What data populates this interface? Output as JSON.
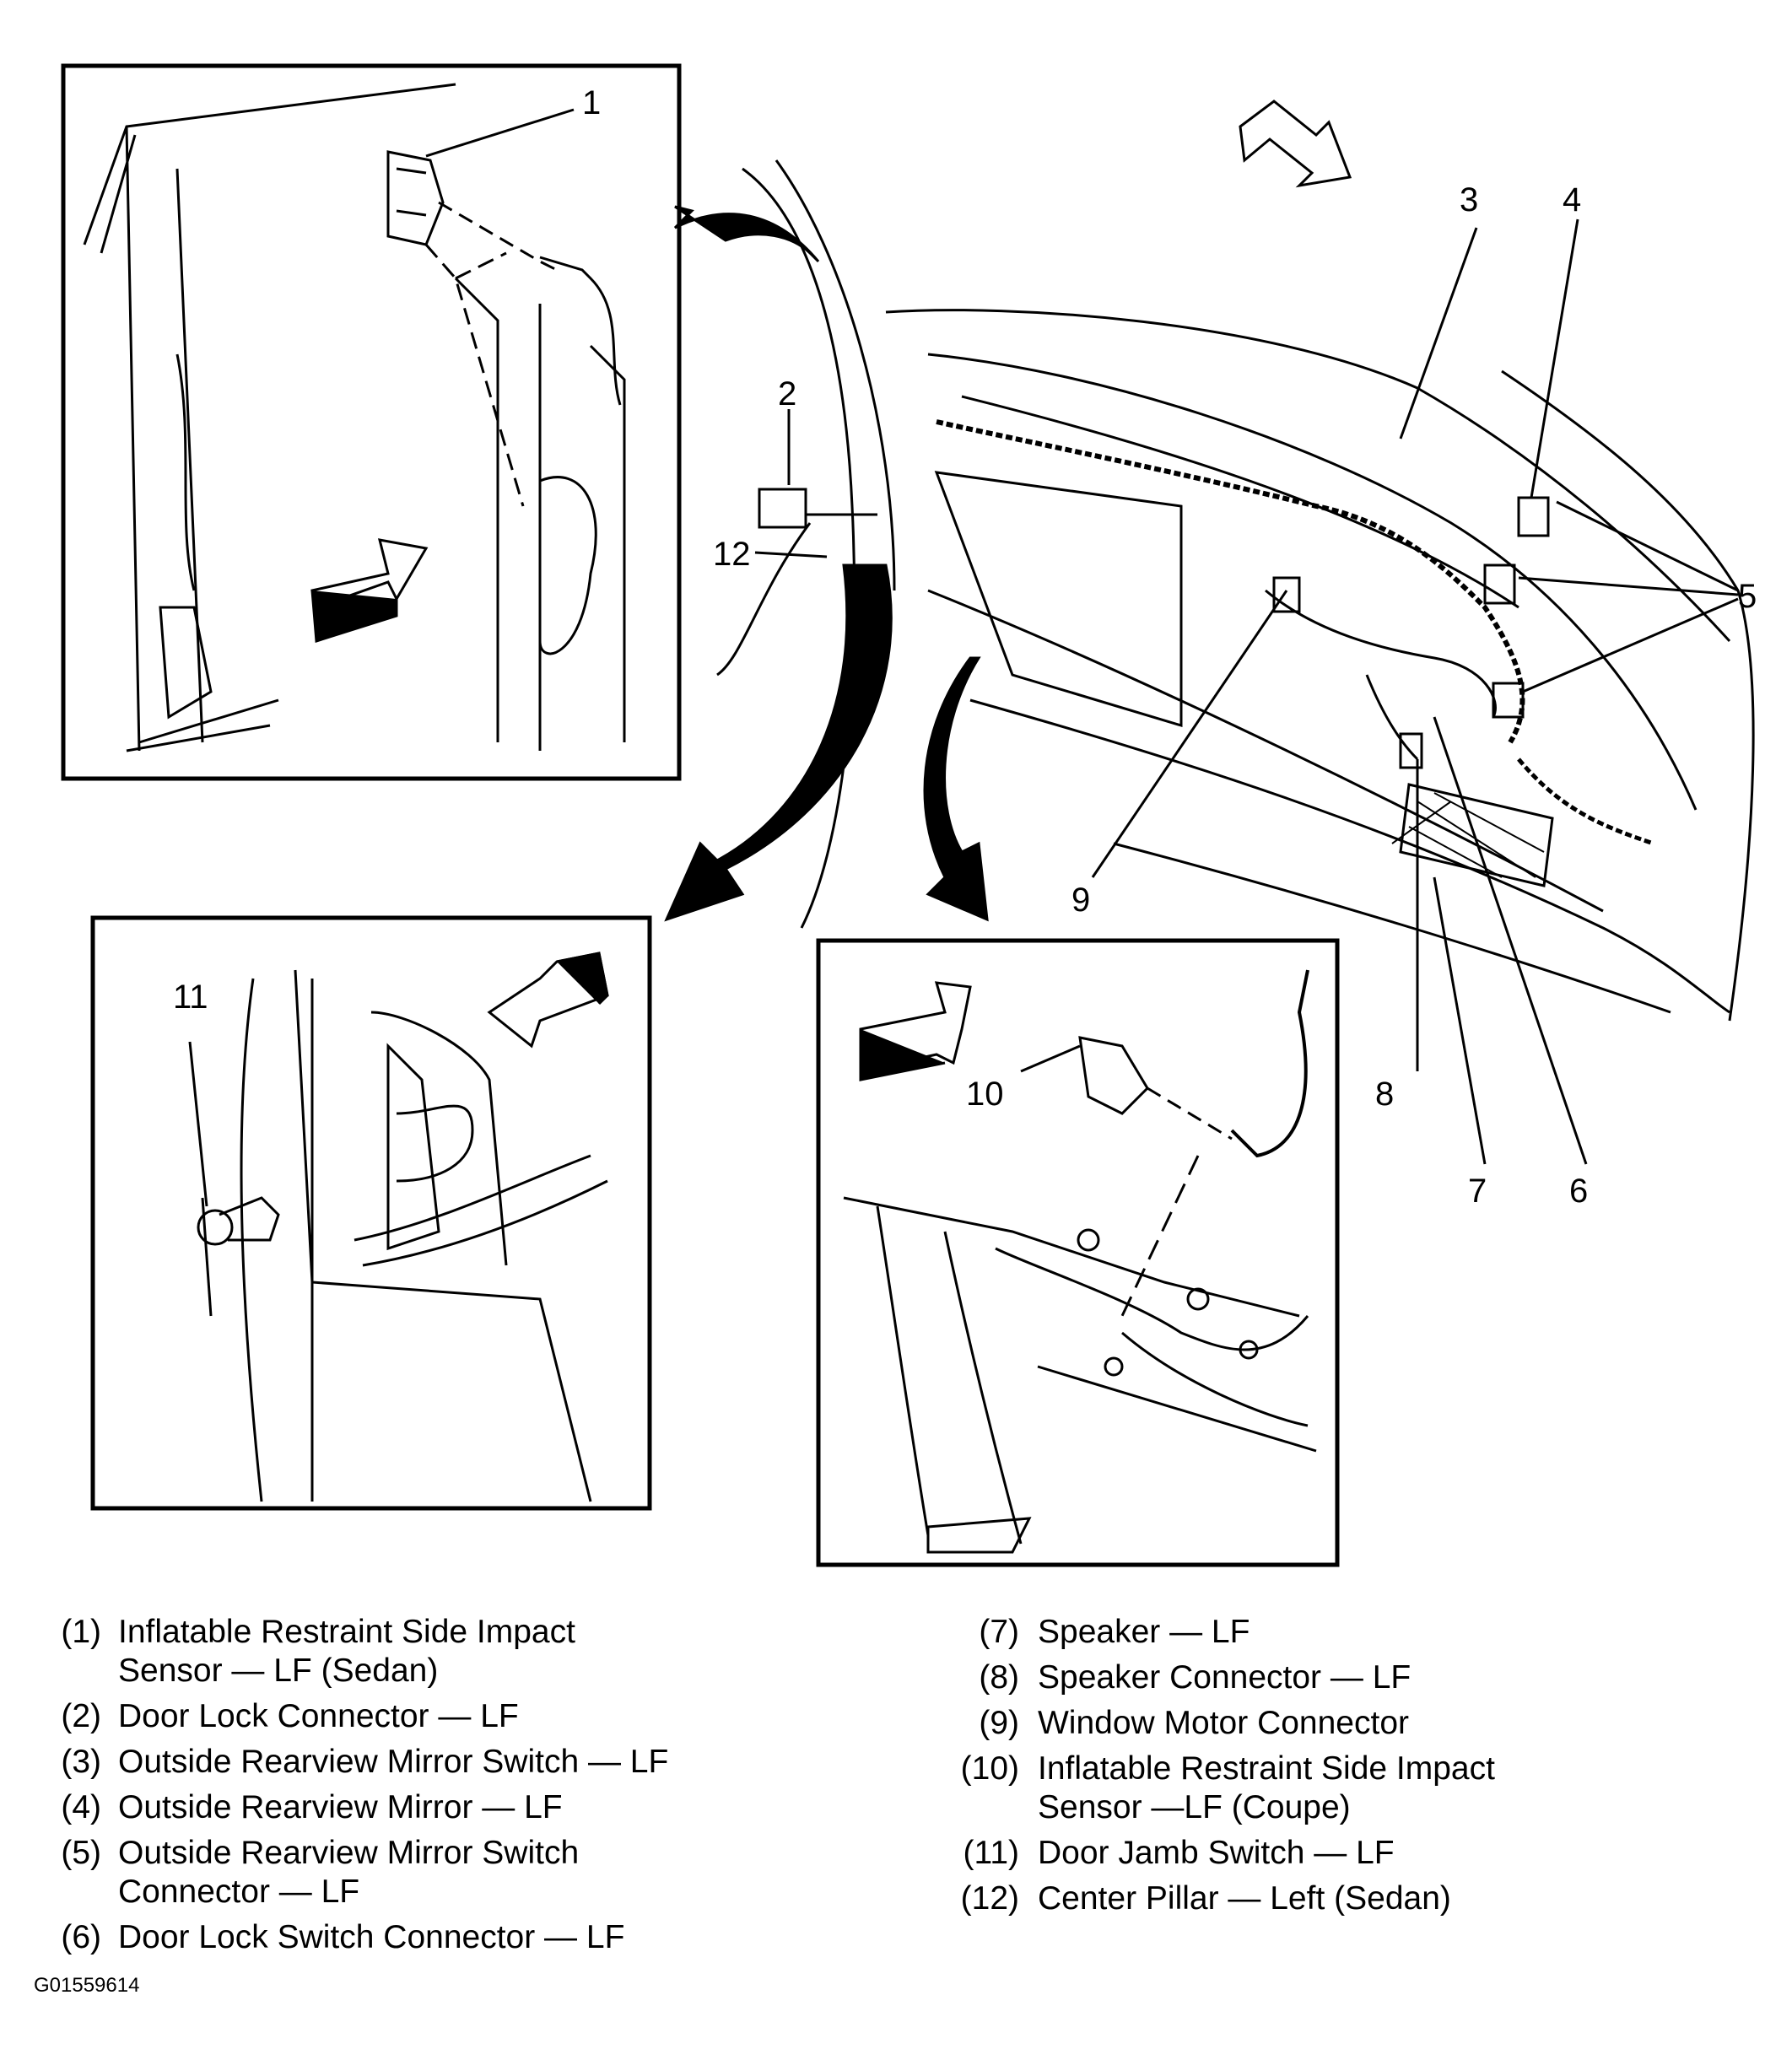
{
  "callouts": {
    "c1": "1",
    "c2": "2",
    "c3": "3",
    "c4": "4",
    "c5": "5",
    "c6": "6",
    "c7": "7",
    "c8": "8",
    "c9": "9",
    "c10": "10",
    "c11": "11",
    "c12": "12"
  },
  "legend_left": [
    {
      "num": "(1)",
      "text": "Inflatable Restraint Side Impact\nSensor — LF (Sedan)"
    },
    {
      "num": "(2)",
      "text": "Door Lock Connector — LF"
    },
    {
      "num": "(3)",
      "text": "Outside Rearview Mirror Switch — LF"
    },
    {
      "num": "(4)",
      "text": "Outside Rearview Mirror — LF"
    },
    {
      "num": "(5)",
      "text": "Outside Rearview Mirror Switch\nConnector — LF"
    },
    {
      "num": "(6)",
      "text": "Door Lock Switch Connector — LF"
    }
  ],
  "legend_right": [
    {
      "num": "(7)",
      "text": "Speaker — LF"
    },
    {
      "num": "(8)",
      "text": "Speaker Connector — LF"
    },
    {
      "num": "(9)",
      "text": "Window Motor Connector"
    },
    {
      "num": "(10)",
      "text": "Inflatable Restraint Side Impact\nSensor —LF (Coupe)"
    },
    {
      "num": "(11)",
      "text": "Door Jamb Switch — LF"
    },
    {
      "num": "(12)",
      "text": "Center Pillar — Left (Sedan)"
    }
  ],
  "figure_id": "G01559614"
}
